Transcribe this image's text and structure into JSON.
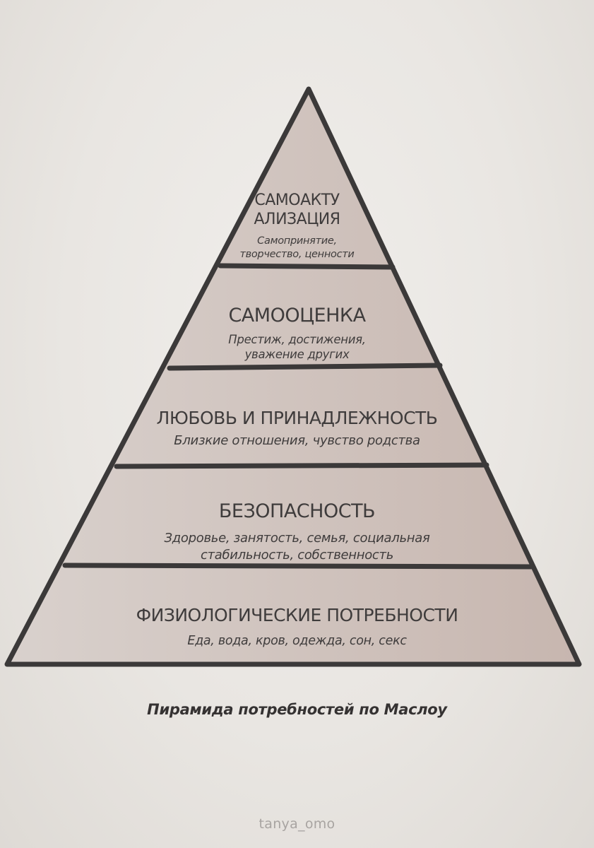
{
  "pyramid": {
    "levels": [
      {
        "title": "САМОАКТУ\nАЛИЗАЦИЯ",
        "description": "Самопринятие,\nтворчество, ценности"
      },
      {
        "title": "САМООЦЕНКА",
        "description": "Престиж, достижения,\nуважение других"
      },
      {
        "title": "ЛЮБОВЬ И ПРИНАДЛЕЖНОСТЬ",
        "description": "Близкие отношения, чувство родства"
      },
      {
        "title": "БЕЗОПАСНОСТЬ",
        "description": "Здоровье, занятость, семья, социальная\nстабильность, собственность"
      },
      {
        "title": "ФИЗИОЛОГИЧЕСКИЕ ПОТРЕБНОСТИ",
        "description": "Еда, вода, кров, одежда, сон, секс"
      }
    ],
    "colors": {
      "fill_light": "#d9d1cd",
      "fill_dark": "#c7b6af",
      "stroke": "#3b3939"
    }
  },
  "caption": "Пирамида потребностей по Маслоу",
  "signature": "tanya_omo"
}
